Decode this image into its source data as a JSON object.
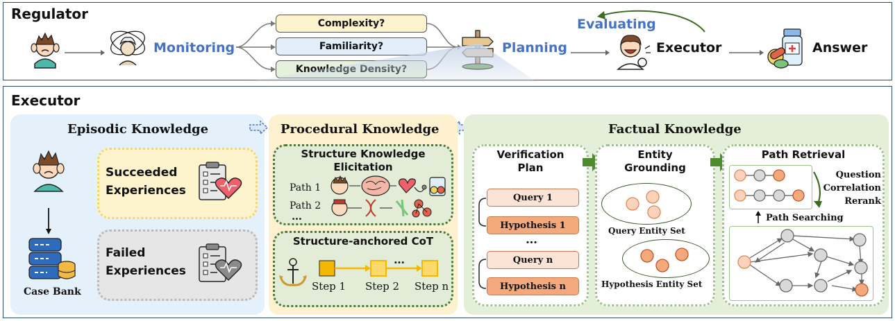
{
  "regulator": {
    "title": "Regulator",
    "monitoring_label": "Monitoring",
    "questions": [
      "Complexity?",
      "Familiarity?",
      "Knowledge Density?"
    ],
    "evaluating_label": "Evaluating",
    "planning_label": "Planning",
    "executor_label": "Executor",
    "answer_label": "Answer"
  },
  "executor": {
    "title": "Executor",
    "episodic": {
      "title": "Episodic Knowledge",
      "succeeded": "Succeeded Experiences",
      "failed": "Failed Experiences",
      "case_bank": "Case Bank"
    },
    "procedural": {
      "title": "Procedural Knowledge",
      "elicitation_title": "Structure Knowledge Elicitation",
      "paths": [
        "Path 1",
        "Path 2",
        "…"
      ],
      "cot_title": "Structure-anchored CoT",
      "steps": [
        "Step 1",
        "Step 2",
        "Step n"
      ],
      "ellipsis": "…"
    },
    "factual": {
      "title": "Factual Knowledge",
      "verification_title": "Verification Plan",
      "queries": [
        "Query 1",
        "Hypothesis 1",
        "…",
        "Query n",
        "Hypothesis n"
      ],
      "grounding_title": "Entity Grounding",
      "query_set": "Query Entity Set",
      "hypothesis_set": "Hypothesis Entity Set",
      "path_title": "Path Retrieval",
      "rerank_label": "Question Correlation Rerank",
      "path_searching": "Path Searching"
    }
  },
  "colors": {
    "blue_label": "#4472c4",
    "episodic_bg": "#e4f0fa",
    "procedural_bg": "#fdf1cf",
    "factual_bg": "#e4efda",
    "green_arrow": "#4e8b2e",
    "node_orange": "#f4a97c",
    "node_gray": "#d9d9d9"
  },
  "icons": [
    "stressed-person-icon",
    "brain-person-icon",
    "signpost-icon",
    "smiling-doctor-icon",
    "medicine-icon",
    "clipboard-heart-icon",
    "clipboard-broken-heart-icon",
    "database-coins-icon",
    "brain-icon",
    "stethoscope-heart-icon",
    "dna-icon",
    "anchor-icon"
  ]
}
